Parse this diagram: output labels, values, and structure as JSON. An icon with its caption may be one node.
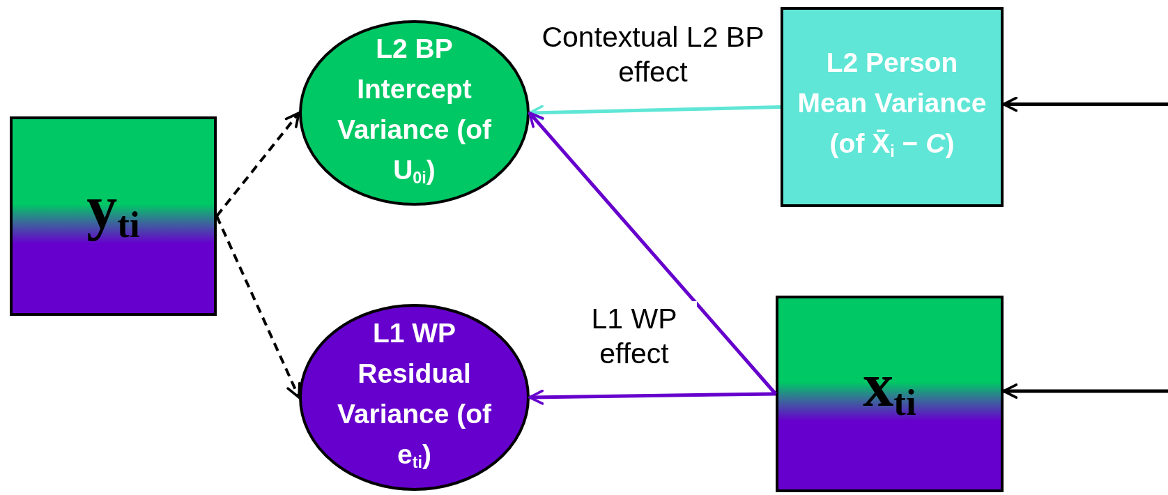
{
  "diagram": {
    "nodes": [
      {
        "text": [
          "y$_{ti}$"
        ]
      },
      {
        "text": [
          "L2 BP Intercept Variance (of U$_{0i}$)"
        ]
      },
      {
        "text": [
          "L1 WP Residual Variance (of e$_{ti}$)"
        ]
      },
      {
        "text": [
          "L2 Person Mean Variance (of X̄$_{i}$ − *C*)"
        ]
      },
      {
        "text": [
          "x$_{ti}$"
        ]
      }
    ],
    "edges": [
      {
        "from": 0,
        "to": 1,
        "arrow": "to",
        "style": "dashed"
      },
      {
        "from": 0,
        "to": 2,
        "arrow": "to",
        "style": "dashed"
      },
      {
        "from": 3,
        "to": 1,
        "arrow": "to",
        "label": "Contextual L2 BP effect",
        "color": "#5fe6d6"
      },
      {
        "from": 4,
        "to": 2,
        "arrow": "to",
        "label": "L1 WP effect",
        "color": "#6600cc"
      },
      {
        "from": 4,
        "to": 1,
        "arrow": "to",
        "color": "#6600cc"
      },
      {
        "from": null,
        "to": 3,
        "arrow": "to"
      },
      {
        "from": null,
        "to": 4,
        "arrow": "to"
      }
    ]
  }
}
